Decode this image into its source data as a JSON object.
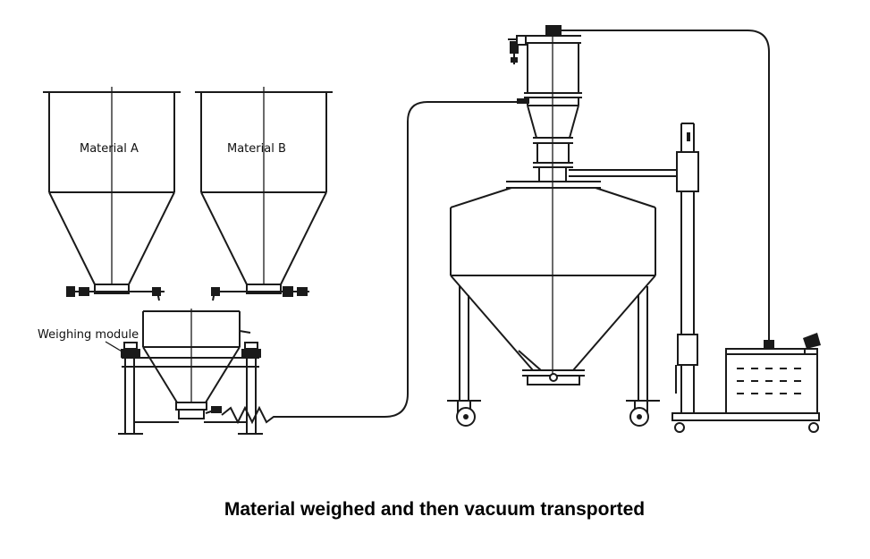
{
  "labels": {
    "material_a": "Material A",
    "material_b": "Material B",
    "weighing_module": "Weighing module"
  },
  "caption": "Material weighed and then vacuum transported",
  "colors": {
    "line": "#1a1a1a",
    "background": "#ffffff"
  }
}
